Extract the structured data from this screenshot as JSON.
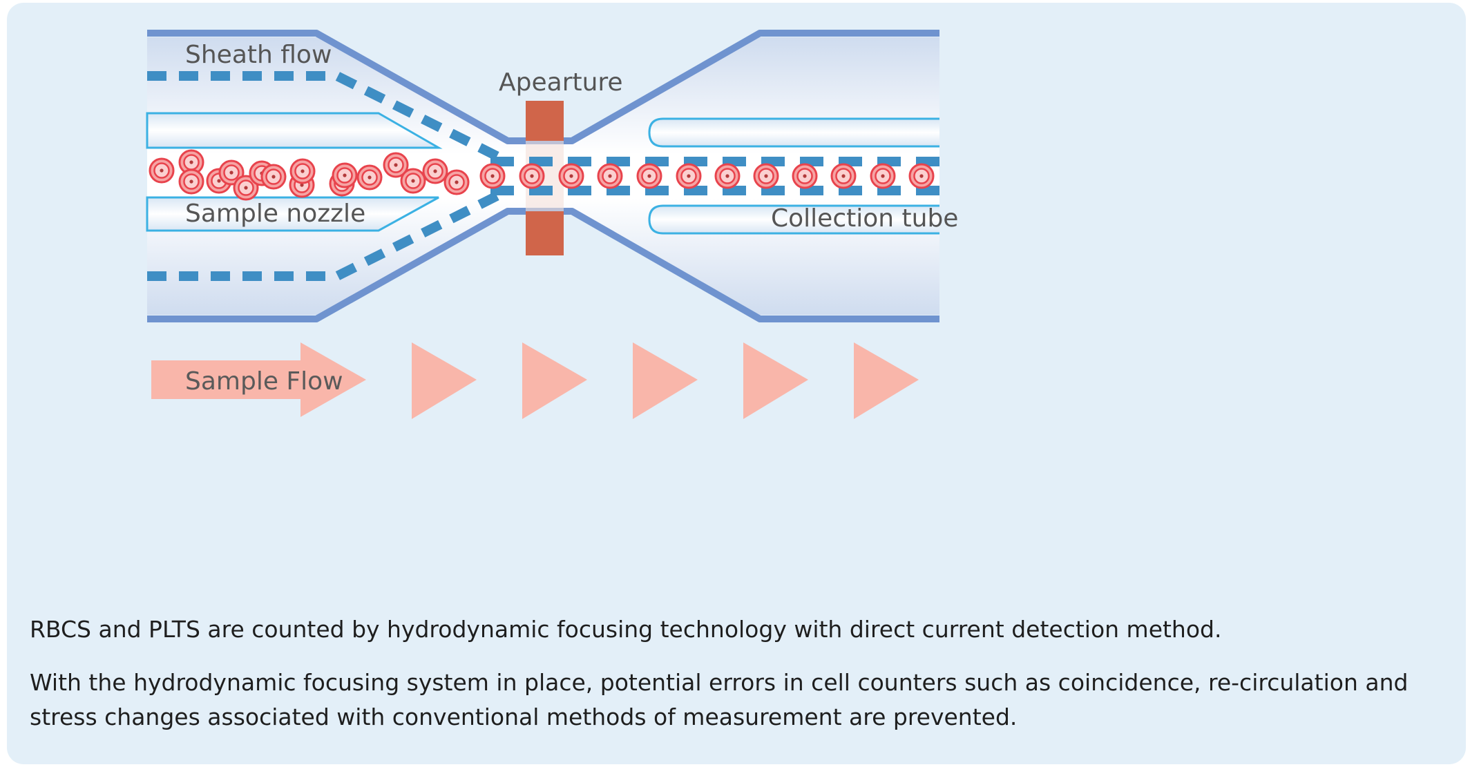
{
  "labels": {
    "sheath_flow": "Sheath flow",
    "aperture": "Apearture",
    "sample_nozzle": "Sample nozzle",
    "collection_tube": "Collection tube",
    "sample_flow": "Sample Flow"
  },
  "captions": {
    "p1": "RBCS and PLTS are counted by hydrodynamic focusing technology with direct current detection method.",
    "p2": "With the hydrodynamic focusing system in place, potential errors in cell counters such as coincidence, re-circulation and stress changes associated with conventional methods of measurement are prevented."
  },
  "colors": {
    "background": "#e3eff8",
    "channel_wall": "#6f93cf",
    "flow_dash": "#3f8ec4",
    "aperture": "#d0654a",
    "cell": "#e8434c",
    "arrow": "#f9b6aa"
  }
}
